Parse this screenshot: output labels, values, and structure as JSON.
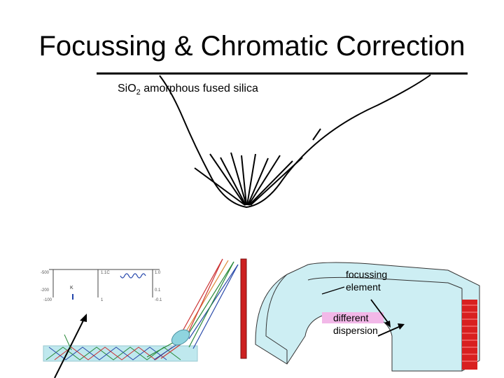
{
  "slide": {
    "title": "Focussing & Chromatic Correction",
    "material": {
      "formula_prefix": "SiO",
      "formula_subscript": "2",
      "formula_suffix": " amorphous fused silica"
    },
    "labels": {
      "focussing_line1": "focussing",
      "focussing_line2": "element",
      "dispersion_line1": "different",
      "dispersion_line2": "dispersion"
    },
    "inset_plot": {
      "left_ticks": [
        "-500",
        "-200",
        "-100"
      ],
      "right_ticks": [
        "1.0",
        "0.1",
        "-0.1"
      ],
      "mid_ticks": [
        "1.1C",
        "1"
      ],
      "peak_label": "K"
    }
  },
  "colors": {
    "prism_fill": "#bfe8ee",
    "block_fill": "#cdeef3",
    "red_bar": "#cc2020",
    "pink_band": "#f2b8e8"
  }
}
